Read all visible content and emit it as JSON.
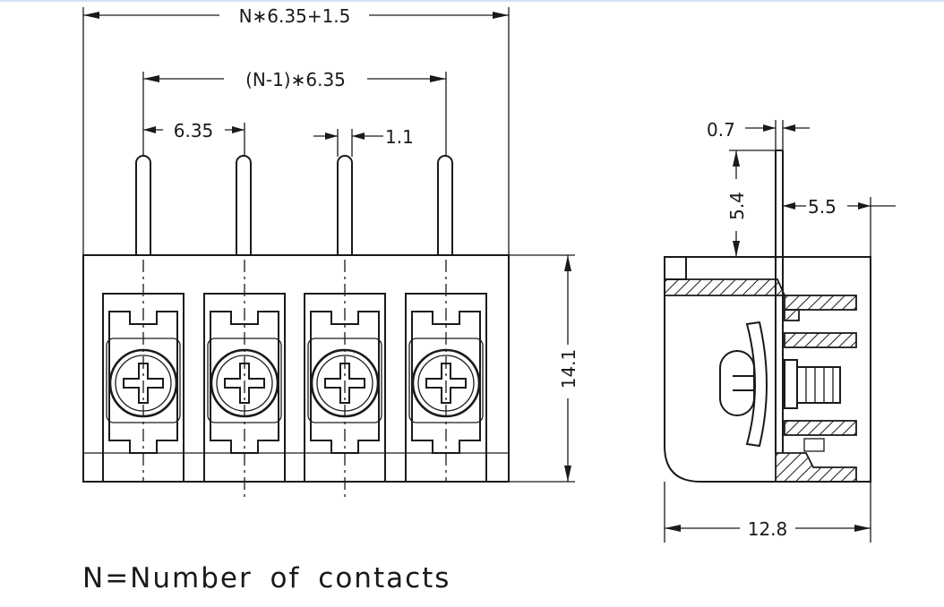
{
  "dimensions": {
    "overall_width": "N∗6.35+1.5",
    "pitch_span": "(N-1)∗6.35",
    "pitch": "6.35",
    "pin_width": "1.1",
    "height": "14.1",
    "pin_thickness": "0.7",
    "pin_length": "5.4",
    "pin_offset": "5.5",
    "depth": "12.8"
  },
  "note": "N=Number of contacts",
  "colors": {
    "line": "#1a1a1a",
    "background": "#ffffff"
  }
}
